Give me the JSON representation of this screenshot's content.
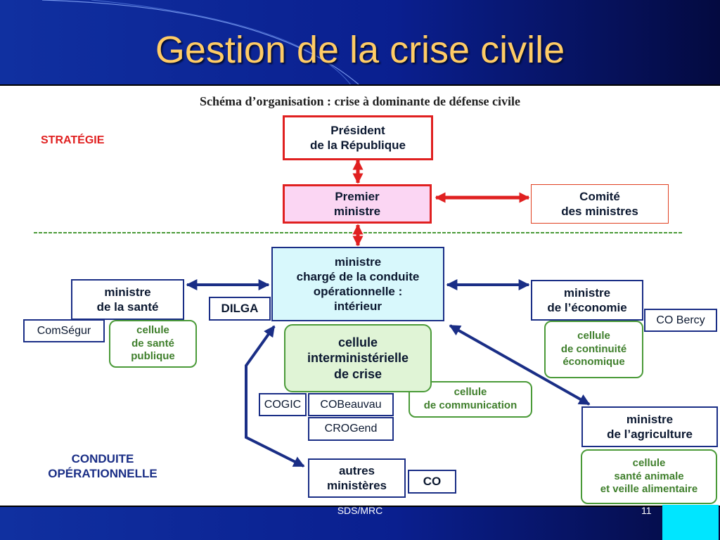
{
  "slide": {
    "title": "Gestion de la crise civile",
    "footer_left": "SDS/MRC",
    "page_number": "11"
  },
  "diagram": {
    "subtitle": "Schéma d’organisation : crise à dominante de défense civile",
    "section_strategy": "STRATÉGIE",
    "section_operations": [
      "CONDUITE",
      "OPÉRATIONNELLE"
    ],
    "nodes": {
      "president": [
        "Président",
        "de la République"
      ],
      "premier_ministre": [
        "Premier",
        "ministre"
      ],
      "comite": [
        "Comité",
        "des ministres"
      ],
      "ministre_interieur": [
        "ministre",
        "chargé de la conduite",
        "opérationnelle :",
        "intérieur"
      ],
      "ministre_sante": [
        "ministre",
        "de la santé"
      ],
      "dilga": "DILGA",
      "comsegur": "ComSégur",
      "cellule_sante": [
        "cellule",
        "de santé",
        "publique"
      ],
      "cellule_interministerielle": [
        "cellule",
        "interministérielle",
        "de crise"
      ],
      "cellule_communication": [
        "cellule",
        "de communication"
      ],
      "cogic": "COGIC",
      "cobeauvau": "COBeauvau",
      "crogend": "CROGend",
      "autres_ministeres": [
        "autres",
        "ministères"
      ],
      "co": "CO",
      "ministre_economie": [
        "ministre",
        "de l’économie"
      ],
      "co_bercy": "CO Bercy",
      "cellule_economie": [
        "cellule",
        "de continuité",
        "économique"
      ],
      "ministre_agriculture": [
        "ministre",
        "de l’agriculture"
      ],
      "cellule_agriculture": [
        "cellule",
        "santé animale",
        "et veille alimentaire"
      ]
    }
  },
  "colors": {
    "slide_background": "#0a1f8f",
    "title": "#ffcc66",
    "strategy_red": "#e02020",
    "navy_arrow": "#1a2e86",
    "green": "#4a9a38",
    "accent_cyan": "#00e6ff"
  }
}
